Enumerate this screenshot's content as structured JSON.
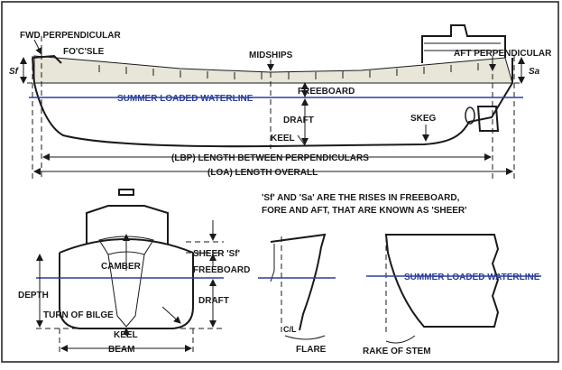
{
  "profile": {
    "fwd_perpendicular": "FWD PERPENDICULAR",
    "focsle": "FO'C'SLE",
    "midships": "MIDSHIPS",
    "aft_perpendicular": "AFT PERPENDICULAR",
    "sf": "Sf",
    "sa": "Sa",
    "waterline": "SUMMER LOADED WATERLINE",
    "freeboard": "FREEBOARD",
    "draft": "DRAFT",
    "keel": "KEEL",
    "skeg": "SKEG",
    "lbp": "(LBP) LENGTH BETWEEN PERPENDICULARS",
    "loa": "(LOA) LENGTH OVERALL"
  },
  "note": {
    "line1": "'Sf' AND 'Sa' ARE THE RISES IN FREEBOARD,",
    "line2": "FORE AND AFT, THAT ARE KNOWN AS 'SHEER'"
  },
  "section": {
    "sheer": "SHEER 'Sf'",
    "camber": "CAMBER",
    "freeboard": "FREEBOARD",
    "depth": "DEPTH",
    "draft": "DRAFT",
    "turn_of_bilge": "TURN OF BILGE",
    "keel": "KEEL",
    "beam": "BEAM"
  },
  "flare_view": {
    "cl": "C/L",
    "flare": "FLARE"
  },
  "stem_view": {
    "waterline": "SUMMER LOADED WATERLINE",
    "rake": "RAKE OF STEM"
  }
}
